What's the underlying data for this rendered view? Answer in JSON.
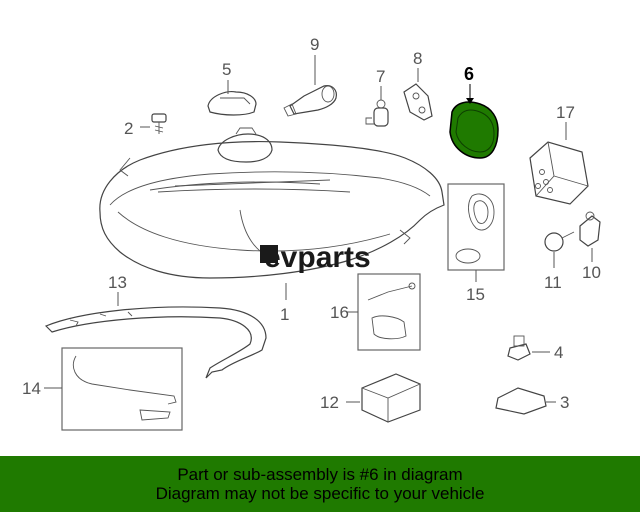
{
  "callouts": {
    "c1": "1",
    "c2": "2",
    "c3": "3",
    "c4": "4",
    "c5": "5",
    "c6": "6",
    "c7": "7",
    "c8": "8",
    "c9": "9",
    "c10": "10",
    "c11": "11",
    "c12": "12",
    "c13": "13",
    "c14": "14",
    "c15": "15",
    "c16": "16",
    "c17": "17"
  },
  "highlighted_part": "6",
  "watermark": "evparts",
  "banner": {
    "line1": "Part or sub-assembly is #6 in diagram",
    "line2": "Diagram may not be specific to your vehicle"
  },
  "colors": {
    "highlight": "#1f7a00",
    "banner_bg": "#1f7a00",
    "line_art": "#444444"
  }
}
